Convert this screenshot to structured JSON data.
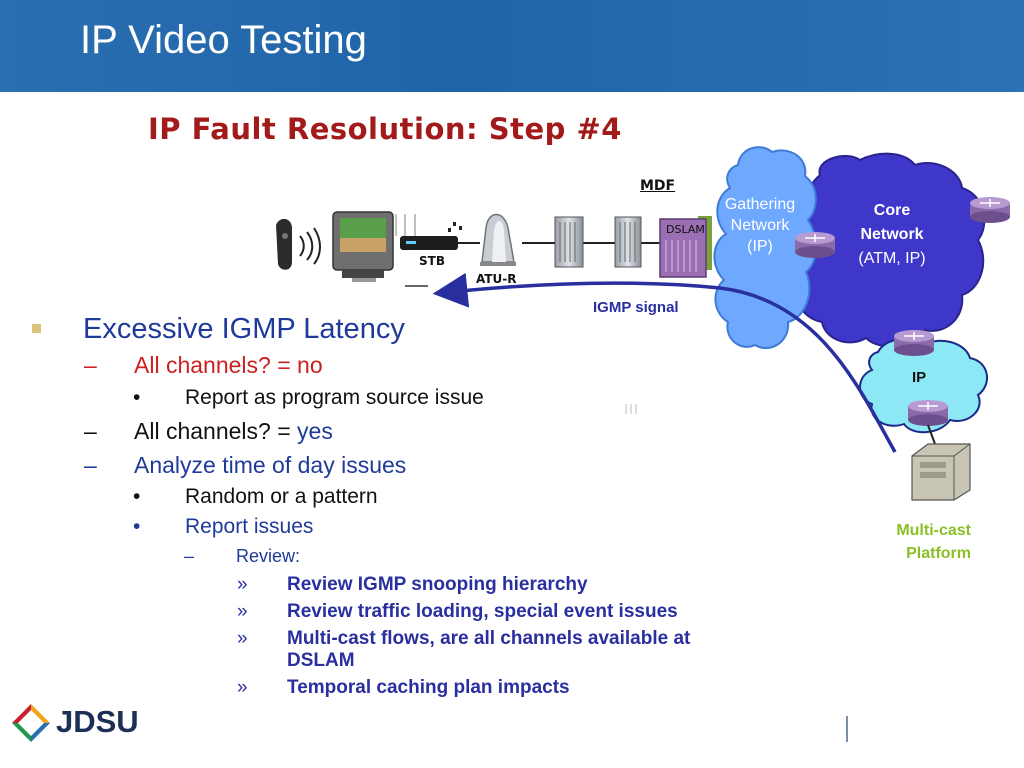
{
  "header": {
    "title": "IP Video Testing"
  },
  "subtitle": "IP Fault Resolution: Step #4",
  "diagram": {
    "mdf_label": "MDF",
    "dslam_label": "DSLAM",
    "stb_label": "STB",
    "atur_label": "ATU-R",
    "igmp_label": "IGMP signal",
    "gathering": {
      "line1": "Gathering",
      "line2": "Network",
      "line3": "(IP)"
    },
    "core": {
      "line1": "Core",
      "line2": "Network",
      "line3": "(ATM, IP)"
    },
    "ip_cloud": "IP",
    "multicast": {
      "line1": "Multi-cast",
      "line2": "Platform"
    },
    "colors": {
      "gathering": "#6fa8ff",
      "core": "#3f37c9",
      "ip_cloud": "#8de8f5",
      "signal": "#2a2fa0"
    }
  },
  "content": {
    "heading": "Excessive IGMP Latency",
    "items": [
      {
        "marker": "–",
        "text_a": "All channels? = no",
        "text_b": ""
      },
      {
        "marker": "•",
        "text_a": "Report as program source issue",
        "text_b": ""
      },
      {
        "marker": "–",
        "text_a": "All channels? = ",
        "text_b": "yes"
      },
      {
        "marker": "–",
        "text_a": "Analyze time of day issues",
        "text_b": ""
      },
      {
        "marker": "•",
        "text_a": "Random or a pattern",
        "text_b": ""
      },
      {
        "marker": "•",
        "text_a": "Report issues",
        "text_b": ""
      },
      {
        "marker": "–",
        "text_a": "Review:",
        "text_b": ""
      },
      {
        "marker": "»",
        "text_a": "Review IGMP snooping hierarchy",
        "text_b": ""
      },
      {
        "marker": "»",
        "text_a": "Review traffic loading, special event issues",
        "text_b": ""
      },
      {
        "marker": "»",
        "text_a": "Multi-cast flows, are all channels available at",
        "text_b": "DSLAM"
      },
      {
        "marker": "»",
        "text_a": "Temporal caching plan impacts",
        "text_b": ""
      }
    ]
  },
  "logo": {
    "text": "JDSU"
  }
}
